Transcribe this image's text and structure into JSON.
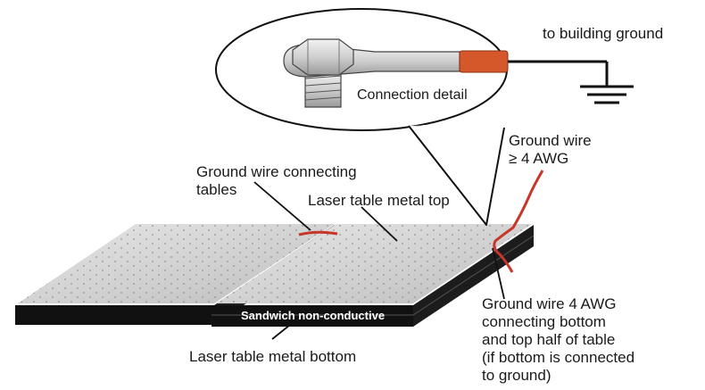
{
  "labels": {
    "building_ground": "to building ground",
    "connection_detail": "Connection detail",
    "ground_wire_top": [
      "Ground wire",
      "≥ 4 AWG"
    ],
    "ground_wire_tables": [
      "Ground wire connecting",
      "tables"
    ],
    "metal_top": "Laser table metal top",
    "sandwich": "Sandwich non-conductive",
    "metal_bottom": "Laser table metal bottom",
    "ground_wire_bottom": [
      "Ground wire 4 AWG",
      "connecting bottom",
      "and top half of table",
      "(if bottom is connected",
      "to ground)"
    ]
  },
  "colors": {
    "wire": "#c8362a",
    "sleeve": "#d4582a",
    "black": "#111111",
    "table_top": "#d2d2d2",
    "metal": "#c9c9c9"
  },
  "icons": [
    "ground-symbol-icon",
    "bolt-icon",
    "ring-terminal-icon"
  ]
}
